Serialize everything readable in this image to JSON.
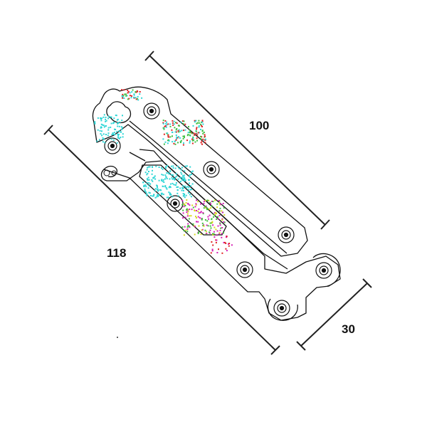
{
  "dimensions": {
    "top_length": "100",
    "left_length": "118",
    "width": "30"
  },
  "colors": {
    "line": "#222222",
    "outline": "#111111",
    "speckle_cyan": "#2fd6d6",
    "speckle_green": "#3fbf3f",
    "speckle_magenta": "#d61fb5",
    "speckle_red": "#e02020",
    "speckle_yellow": "#d8d820"
  }
}
